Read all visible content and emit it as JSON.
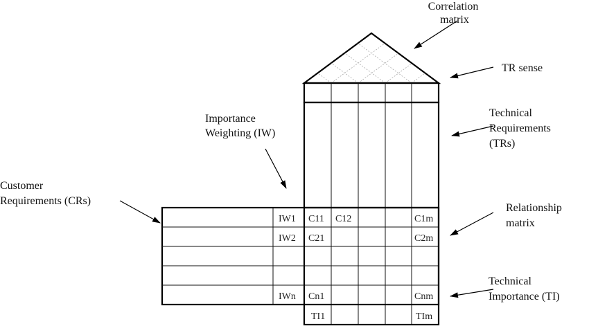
{
  "labels": {
    "correlation": [
      "Correlation",
      "matrix"
    ],
    "tr_sense": "TR sense",
    "technical_requirements": [
      "Technical",
      "Requirements",
      "(TRs)"
    ],
    "importance_weighting": [
      "Importance",
      "Weighting (IW)"
    ],
    "customer_requirements": [
      "Customer",
      "Requirements (CRs)"
    ],
    "relationship": [
      "Relationship",
      "matrix"
    ],
    "technical_importance": [
      "Technical",
      "Importance (TI)"
    ]
  },
  "cells": {
    "iw": [
      "IW1",
      "IW2",
      "",
      "",
      "IWn"
    ],
    "row1": [
      "C11",
      "C12",
      "",
      "",
      "C1m"
    ],
    "row2": [
      "C21",
      "",
      "",
      "",
      "C2m"
    ],
    "rown": [
      "Cn1",
      "",
      "",
      "",
      "Cnm"
    ],
    "ti": [
      "TI1",
      "",
      "",
      "",
      "TIm"
    ]
  }
}
